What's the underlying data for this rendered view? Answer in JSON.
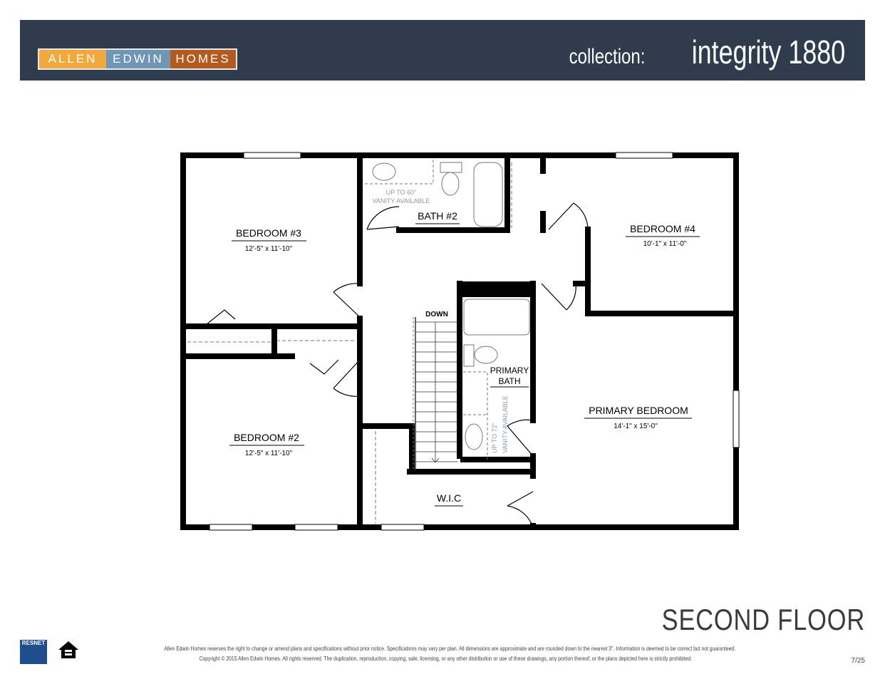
{
  "header": {
    "logo": [
      "ALLEN",
      "EDWIN",
      "HOMES"
    ],
    "logo_colors": [
      "#f1a93c",
      "#6f97b5",
      "#b55a1f"
    ],
    "collection_label": "collection:",
    "collection_name": "integrity 1880"
  },
  "plan": {
    "rooms": {
      "bedroom3": {
        "name": "BEDROOM #3",
        "dims": "12'-5\" x 11'-10\""
      },
      "bedroom2": {
        "name": "BEDROOM #2",
        "dims": "12'-5\" x 11'-10\""
      },
      "bedroom4": {
        "name": "BEDROOM #4",
        "dims": "10'-1\" x 11'-0\""
      },
      "primary_bedroom": {
        "name": "PRIMARY BEDROOM",
        "dims": "14'-1\" x 15'-0\""
      },
      "bath2": {
        "name": "BATH #2",
        "note1": "UP TO 60\"",
        "note2": "VANITY AVAILABLE"
      },
      "primary_bath": {
        "name1": "PRIMARY",
        "name2": "BATH",
        "note1": "UP TO 72\"",
        "note2": "VANITY AVAILABLE"
      },
      "wic": {
        "name": "W.I.C"
      },
      "stairs": {
        "label": "DOWN"
      }
    }
  },
  "footer": {
    "floor_title": "SECOND FLOOR",
    "disclaimer1": "Allen Edwin Homes reserves the right to change or amend plans and specifications without prior notice. Specifications may vary per plan. All dimensions are approximate and are rounded down to the nearest 3\". Information is deemed to be correct but not guaranteed.",
    "disclaimer2": "Copyright © 2015 Allen Edwin Homes. All rights reserved. The duplication, reproduction, copying, sale, licensing, or any other distribution or use of these drawings, any portion thereof, or the plans depicted here is strictly prohibited.",
    "page": "7/25",
    "resnet_logo": "RESNET",
    "equal_housing_logo": "EQUAL HOUSING OPPORTUNITY"
  }
}
